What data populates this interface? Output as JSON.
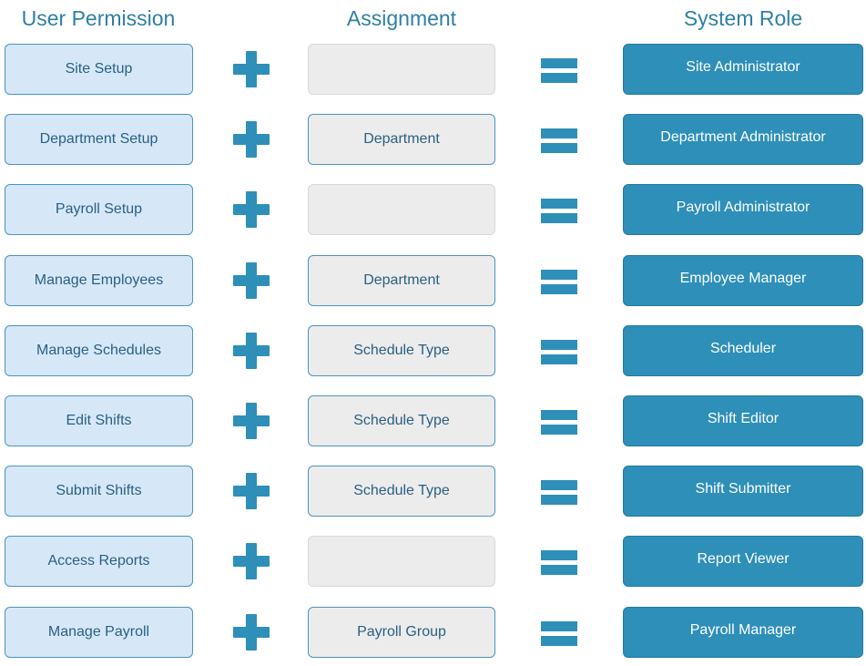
{
  "headers": {
    "user_permission": "User Permission",
    "assignment": "Assignment",
    "system_role": "System Role"
  },
  "colors": {
    "header_text": "#2e7fa6",
    "permission_fill": "#d6e8f8",
    "assignment_fill": "#ececec",
    "role_fill": "#2e8fb8",
    "operator": "#2e8fb8"
  },
  "rows": [
    {
      "permission": "Site Setup",
      "assignment": "",
      "role": "Site Administrator"
    },
    {
      "permission": "Department Setup",
      "assignment": "Department",
      "role": "Department Administrator"
    },
    {
      "permission": "Payroll Setup",
      "assignment": "",
      "role": "Payroll Administrator"
    },
    {
      "permission": "Manage Employees",
      "assignment": "Department",
      "role": "Employee Manager"
    },
    {
      "permission": "Manage Schedules",
      "assignment": "Schedule Type",
      "role": "Scheduler"
    },
    {
      "permission": "Edit Shifts",
      "assignment": "Schedule Type",
      "role": "Shift Editor"
    },
    {
      "permission": "Submit Shifts",
      "assignment": "Schedule Type",
      "role": "Shift Submitter"
    },
    {
      "permission": "Access Reports",
      "assignment": "",
      "role": "Report Viewer"
    },
    {
      "permission": "Manage Payroll",
      "assignment": "Payroll Group",
      "role": "Payroll Manager"
    }
  ]
}
